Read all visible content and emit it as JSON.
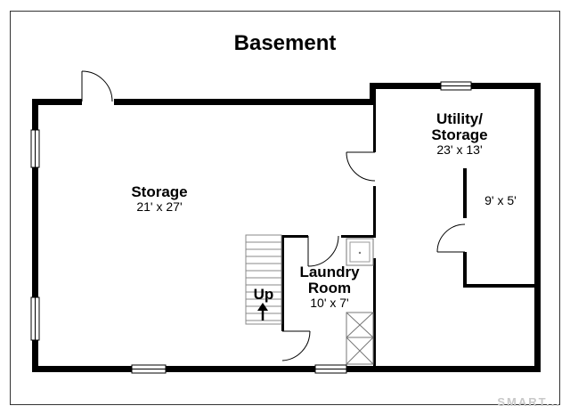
{
  "title": "Basement",
  "rooms": {
    "storage": {
      "name": "Storage",
      "dims": "21' x 27'"
    },
    "utility": {
      "name_line1": "Utility/",
      "name_line2": "Storage",
      "dims": "23' x 13'"
    },
    "closet": {
      "dims": "9' x 5'"
    },
    "laundry": {
      "name_line1": "Laundry",
      "name_line2": "Room",
      "dims": "10' x 7'"
    }
  },
  "stairs": {
    "label": "Up"
  },
  "watermark": "SMART..."
}
